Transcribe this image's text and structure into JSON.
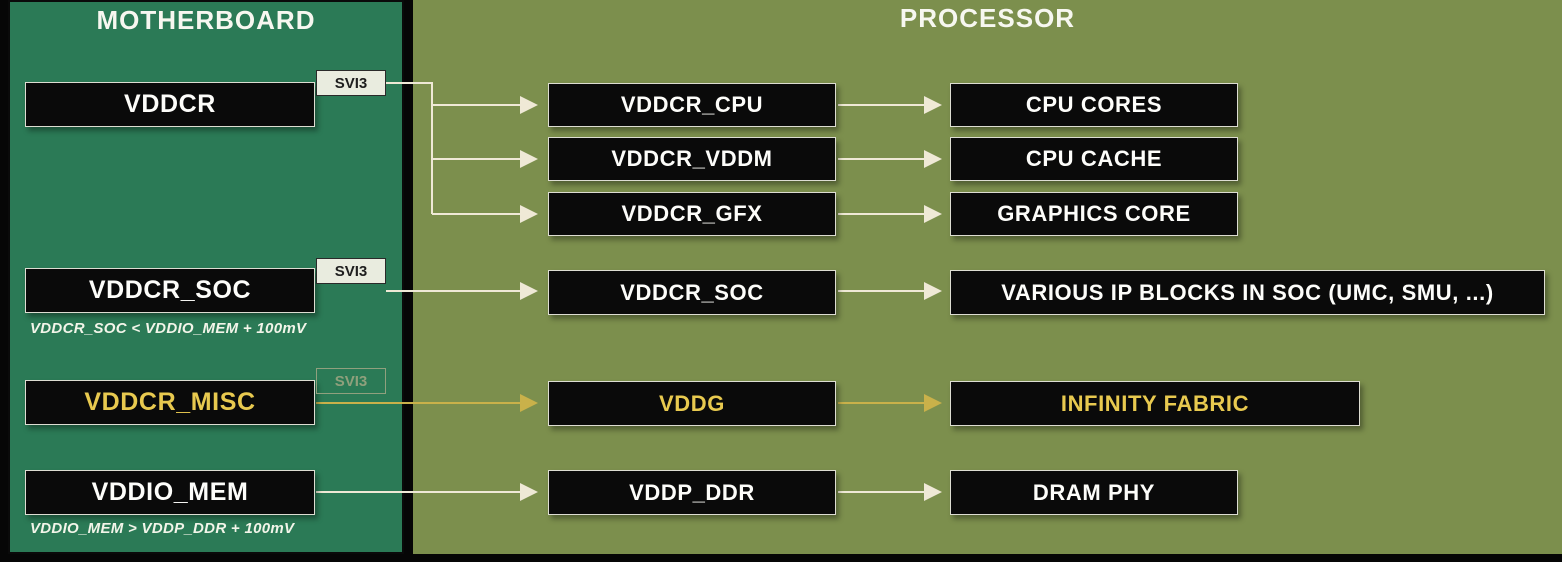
{
  "colors": {
    "motherboard_panel": "#2b7a56",
    "processor_panel": "#7c8f4d",
    "box_background": "#0a0a0a",
    "accent_yellow": "#e8c94f",
    "arrow": "#efe9d6",
    "arrow_yellow": "#c9b14a"
  },
  "motherboard": {
    "title": "MOTHERBOARD",
    "rails": [
      {
        "label": "VDDCR",
        "tag": "SVI3"
      },
      {
        "label": "VDDCR_SOC",
        "tag": "SVI3",
        "note": "VDDCR_SOC < VDDIO_MEM + 100mV"
      },
      {
        "label": "VDDCR_MISC",
        "tag": "SVI3"
      },
      {
        "label": "VDDIO_MEM",
        "note": "VDDIO_MEM > VDDP_DDR + 100mV"
      }
    ]
  },
  "processor": {
    "title": "PROCESSOR",
    "rails": [
      {
        "label": "VDDCR_CPU"
      },
      {
        "label": "VDDCR_VDDM"
      },
      {
        "label": "VDDCR_GFX"
      },
      {
        "label": "VDDCR_SOC"
      },
      {
        "label": "VDDG"
      },
      {
        "label": "VDDP_DDR"
      }
    ],
    "blocks": [
      {
        "label": "CPU CORES"
      },
      {
        "label": "CPU CACHE"
      },
      {
        "label": "GRAPHICS CORE"
      },
      {
        "label": "VARIOUS IP BLOCKS IN SOC (UMC, SMU, ...)"
      },
      {
        "label": "INFINITY FABRIC"
      },
      {
        "label": "DRAM PHY"
      }
    ]
  }
}
